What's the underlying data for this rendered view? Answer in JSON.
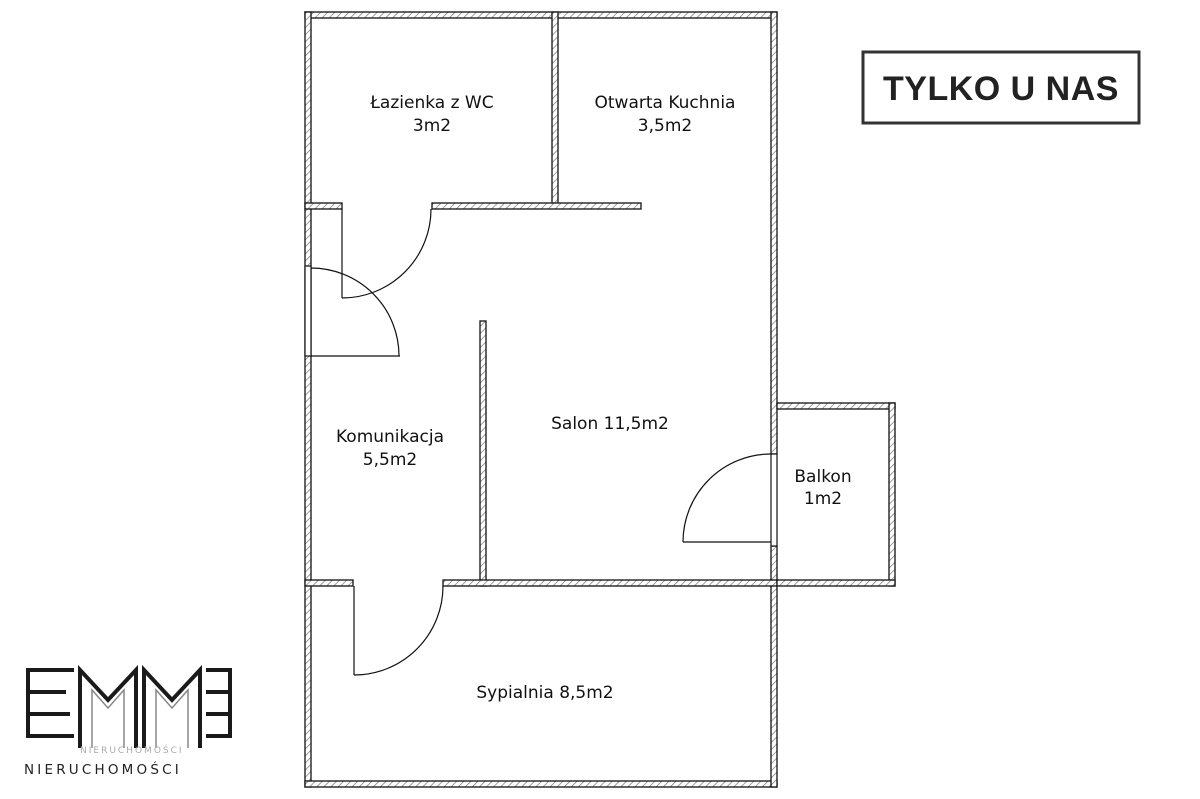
{
  "rooms": [
    {
      "name": "Łazienka z WC",
      "area": "3m2"
    },
    {
      "name": "Otwarta Kuchnia",
      "area": "3,5m2"
    },
    {
      "name": "Komunikacja",
      "area": "5,5m2"
    },
    {
      "name": "Salon 11,5m2"
    },
    {
      "name": "Balkon",
      "area": "1m2"
    },
    {
      "name": "Sypialnia 8,5m2"
    }
  ],
  "badge": {
    "label": "TYLKO U NAS"
  },
  "brand": {
    "tagline": "NIERUCHOMOŚCI",
    "logo_name": "EMME"
  },
  "colors": {
    "wall": "#111111",
    "wall_fill": "#ffffff",
    "badge_border": "#333333"
  }
}
